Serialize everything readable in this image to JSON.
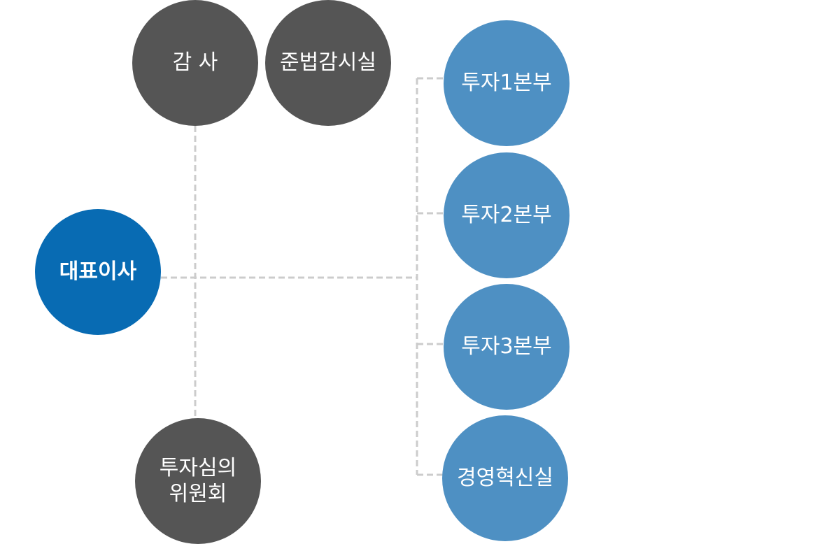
{
  "colors": {
    "ceo": "#086bb3",
    "support": "#555555",
    "division": "#4e90c3",
    "connector": "#cccccc"
  },
  "org": {
    "ceo": "대표이사",
    "audit": "감 사",
    "compliance": "준법감시실",
    "committee": "투자심의\n위원회",
    "divisions": [
      "투자1본부",
      "투자2본부",
      "투자3본부",
      "경영혁신실"
    ]
  }
}
